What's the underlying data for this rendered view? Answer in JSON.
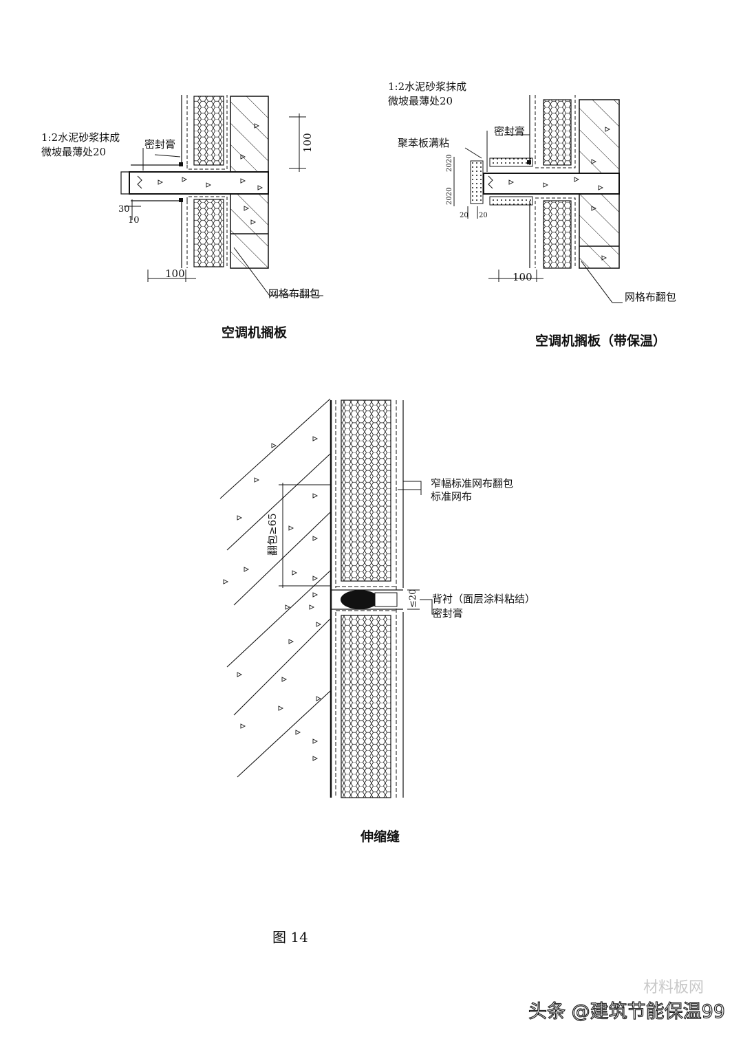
{
  "diagram_left": {
    "title": "空调机搁板",
    "mortar_line1": "1:2水泥砂浆抹成",
    "mortar_line2": "微坡最薄处20",
    "sealant": "密封膏",
    "mesh_wrap": "网格布翻包",
    "dim_100_v": "100",
    "dim_100_h": "100",
    "dim_30": "30",
    "dim_10": "10"
  },
  "diagram_right": {
    "title": "空调机搁板（带保温）",
    "mortar_line1": "1:2水泥砂浆抹成",
    "mortar_line2": "微坡最薄处20",
    "sealant": "密封膏",
    "eps_glue": "聚苯板满粘",
    "mesh_wrap": "网格布翻包",
    "dim_100_h": "100",
    "dim_2020_top": "2020",
    "dim_2020_bot": "2020",
    "dim_20_a": "20",
    "dim_20_b": "20"
  },
  "diagram_bottom": {
    "title": "伸缩缝",
    "narrow_mesh": "窄幅标准网布翻包",
    "std_mesh": "标准网布",
    "wrap_len": "翻包≥65",
    "backing": "背衬（面层涂料粘结）",
    "sealant": "密封膏",
    "gap": "≤20"
  },
  "figure_label": "图 14",
  "watermark": {
    "faded": "材料板网",
    "main": "头条 @建筑节能保温99"
  }
}
